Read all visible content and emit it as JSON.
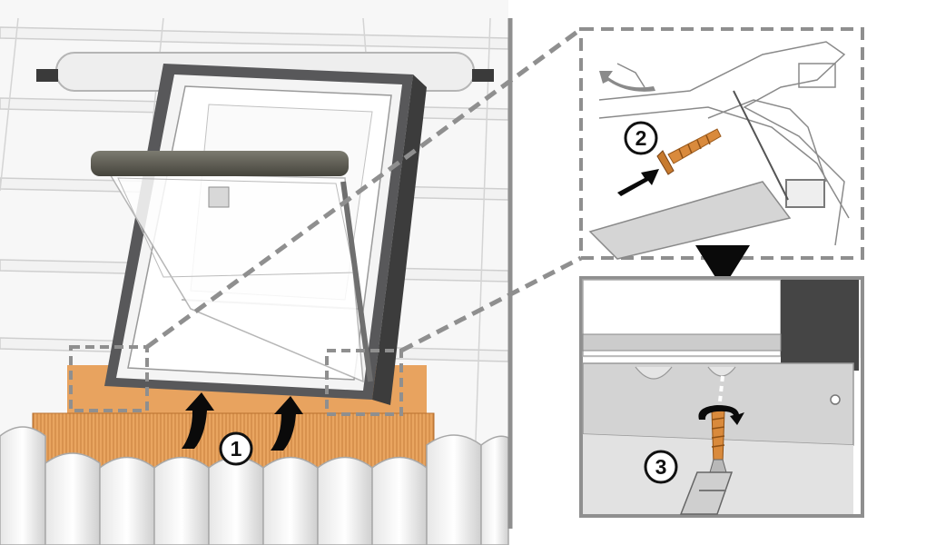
{
  "steps": [
    {
      "number": "1"
    },
    {
      "number": "2"
    },
    {
      "number": "3"
    }
  ],
  "colors": {
    "frame_grey": "#58585a",
    "flashing_orange": "#e7a35c",
    "screw_orange": "#d98a3c",
    "callout_dash": "#8f8f8f",
    "roof_line": "#c9c9c9",
    "arrow_black": "#0a0a0a"
  },
  "icons": [
    "rotation-arrow-icon",
    "push-arrow-icon",
    "down-triangle-icon",
    "screw-icon",
    "screwdriver-icon"
  ]
}
